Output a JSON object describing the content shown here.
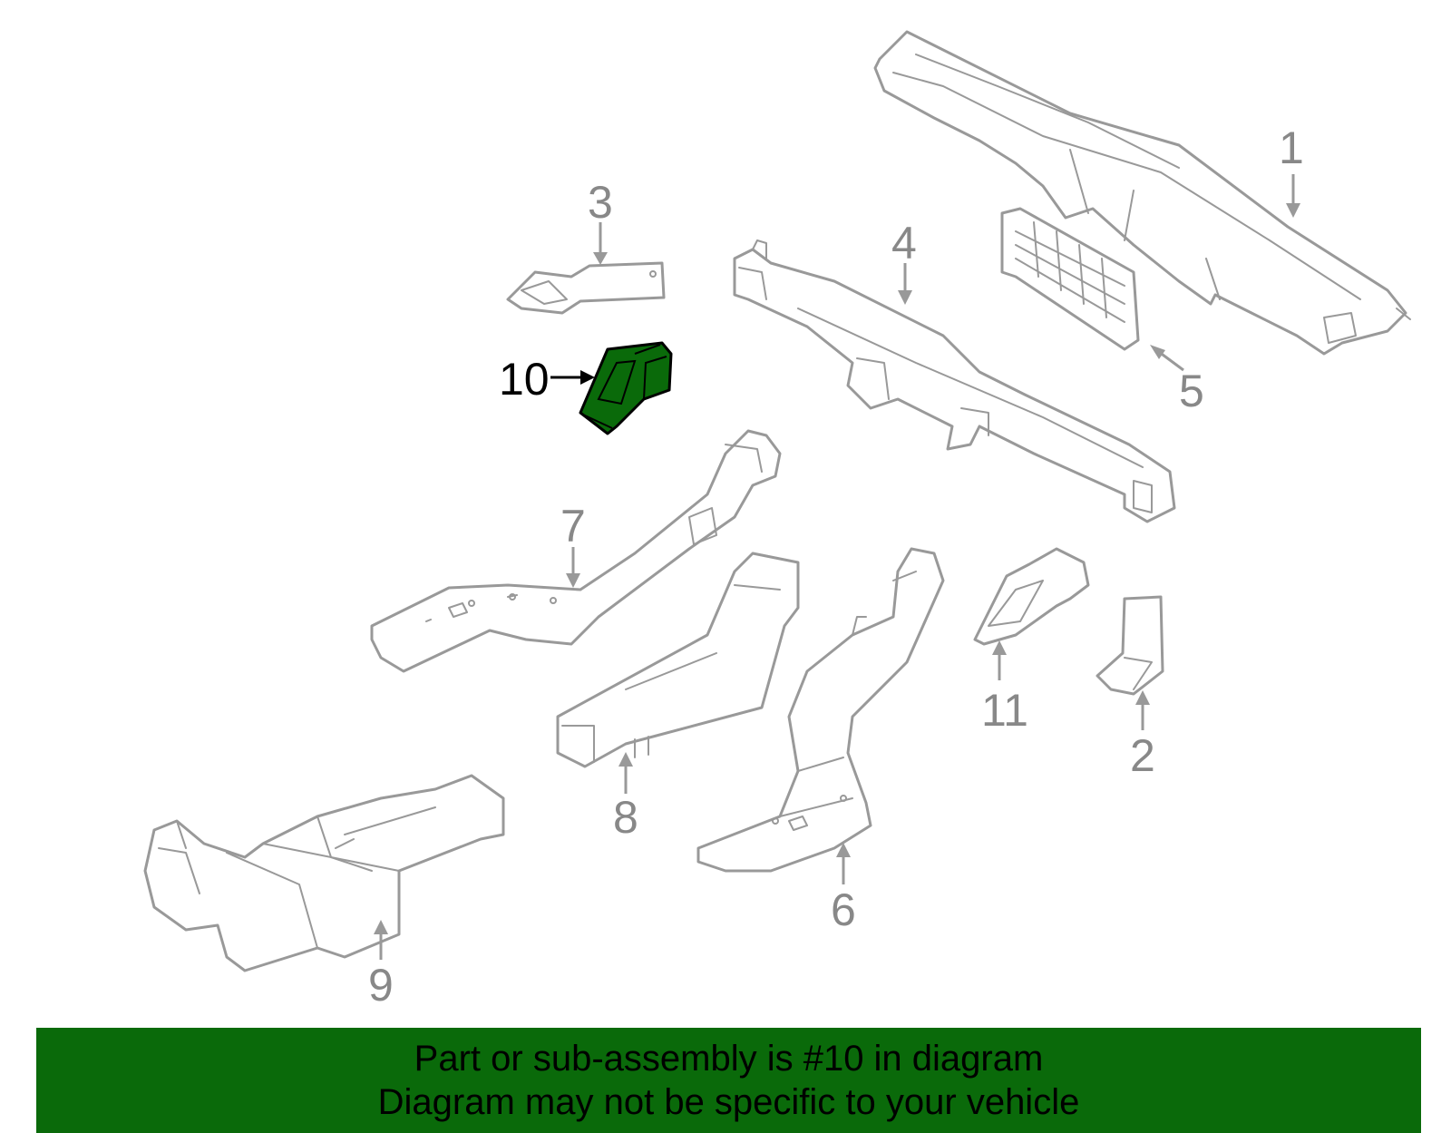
{
  "callouts": {
    "c1": "1",
    "c2": "2",
    "c3": "3",
    "c4": "4",
    "c5": "5",
    "c6": "6",
    "c7": "7",
    "c8": "8",
    "c9": "9",
    "c10": "10",
    "c11": "11"
  },
  "highlight_part": "10",
  "colors": {
    "highlight_fill": "#0a6a0a",
    "banner_bg": "#0a6a0a",
    "part_stroke": "#999999"
  },
  "banner": {
    "line1": "Part or sub-assembly is #10 in diagram",
    "line2": "Diagram may not be specific to your vehicle"
  }
}
